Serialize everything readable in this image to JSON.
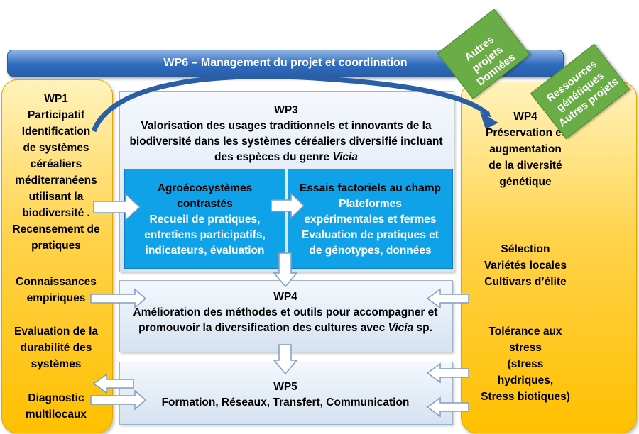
{
  "wp6": "WP6 – Management du projet et coordination",
  "left": {
    "wp1": [
      "WP1",
      "Participatif",
      "Identification",
      "de systèmes",
      "céréaliers",
      "méditerranéens",
      "utilisant la",
      "biodiversité .",
      "Recensement de",
      "pratiques"
    ],
    "connaissances": [
      "Connaissances",
      "empiriques"
    ],
    "evaluation": [
      "Evaluation de la",
      "durabilité des",
      "systèmes"
    ],
    "diagnostic": [
      "Diagnostic",
      "multilocaux"
    ]
  },
  "right": {
    "wp4": [
      "WP4",
      "Préservation  et",
      "augmentation",
      "de la diversité",
      "génétique"
    ],
    "selection": [
      "Sélection",
      "Variétés locales",
      "Cultivars d’élite"
    ],
    "tolerance": [
      "Tolérance aux",
      "stress",
      "(stress",
      "hydriques,",
      "Stress biotiques)"
    ]
  },
  "wp3": {
    "title": "WP3",
    "line1": "Valorisation des usages traditionnels et innovants de la",
    "line2": "biodiversité dans les systèmes céréaliers diversifié incluant",
    "line3_prefix": "des espèces du genre ",
    "line3_italic": "Vicia"
  },
  "agro": {
    "title1": "Agroécosystèmes",
    "title2": "contrastés",
    "body": [
      "Recueil de pratiques,",
      "entretiens participatifs,",
      "indicateurs, évaluation"
    ]
  },
  "essais": {
    "title": "Essais factoriels au champ",
    "body": [
      "Plateformes",
      "expérimentales et fermes",
      "Evaluation de pratiques et",
      "de génotypes, données"
    ]
  },
  "wp4_center": {
    "title": "WP4",
    "line1": "Amélioration des méthodes et outils pour accompagner et",
    "line2_prefix": "promouvoir la diversification des cultures avec ",
    "line2_italic": "Vicia",
    "line2_suffix": " sp."
  },
  "wp5": {
    "title": "WP5",
    "line1": "Formation, Réseaux, Transfert, Communication"
  },
  "tags": {
    "tag1": [
      "Autres projets",
      "Données"
    ],
    "tag2": [
      "Ressources",
      "génétiques",
      "Autres projets"
    ]
  },
  "colors": {
    "banner_blue": "#2f6cc0",
    "yellow": "#ffc000",
    "blue_box": "#10a2e8",
    "green_tag": "#6aac46",
    "arrow_blue": "#2a5fa8"
  }
}
